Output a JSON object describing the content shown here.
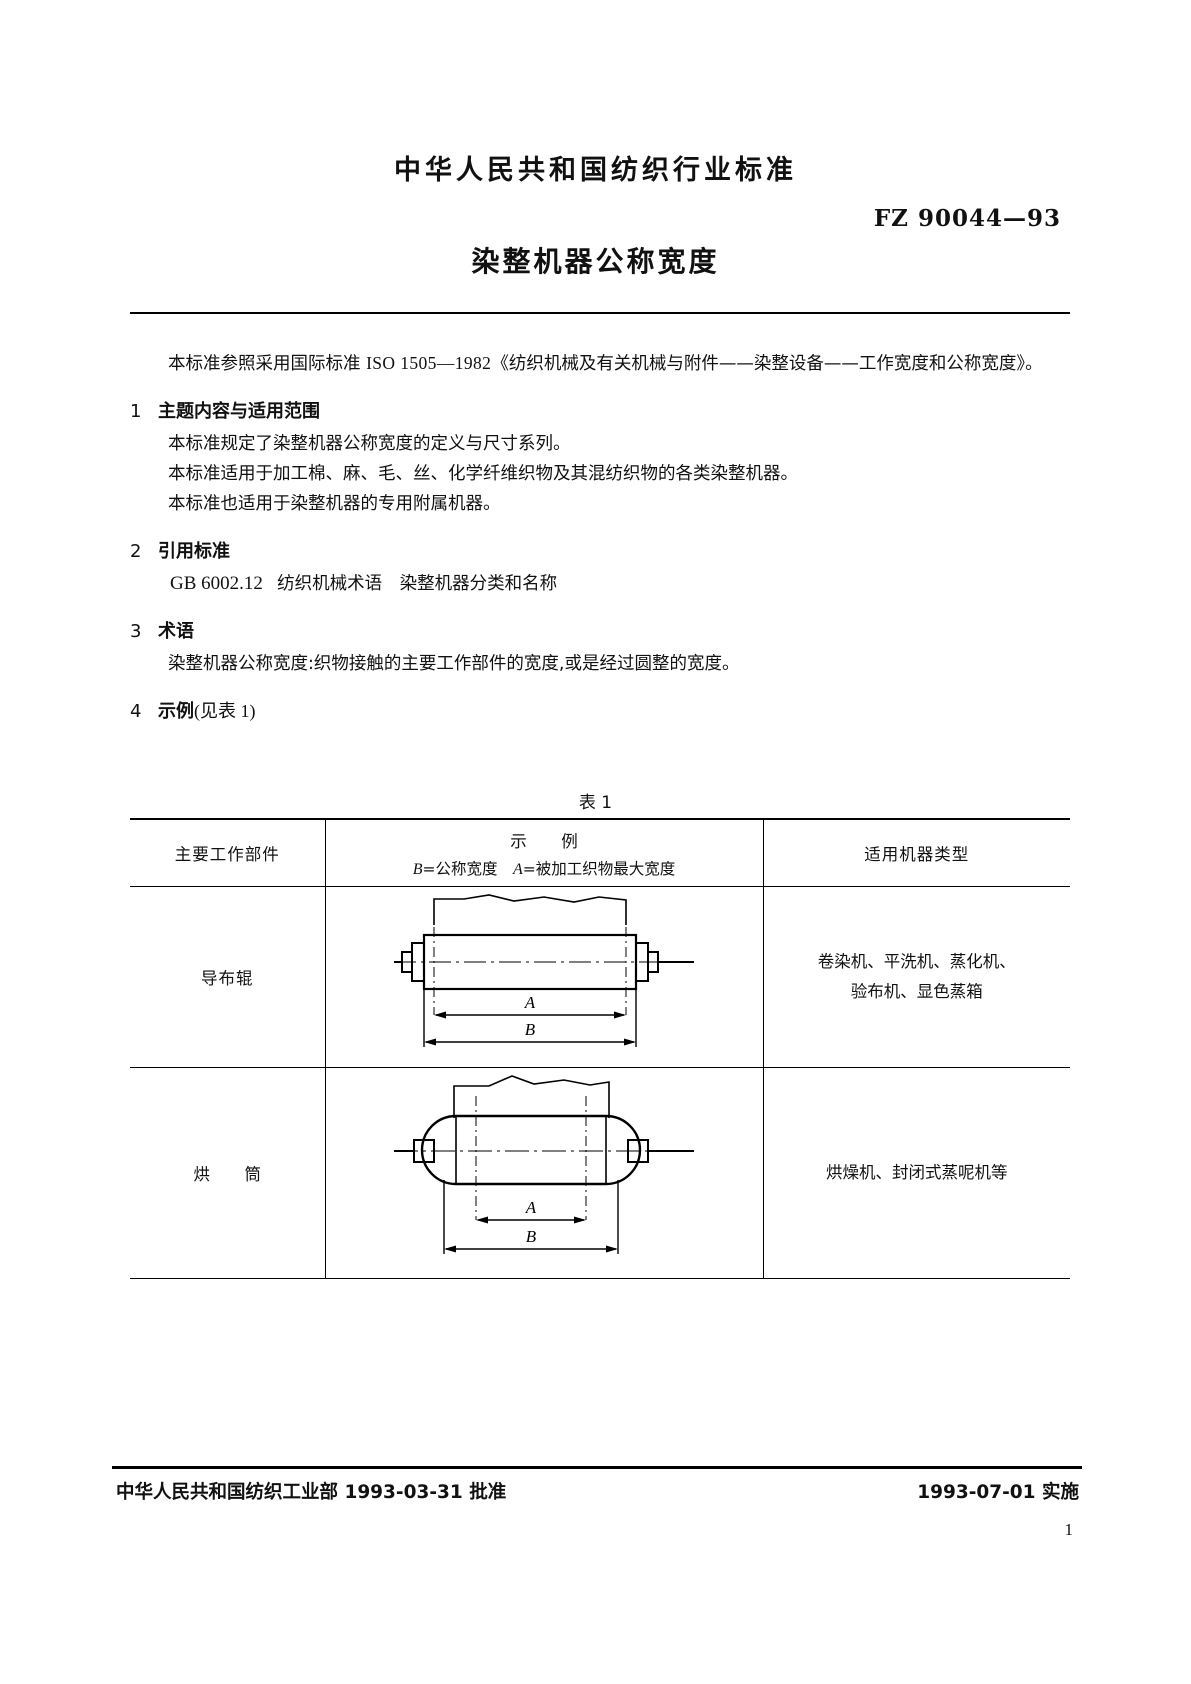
{
  "header": {
    "organization": "中华人民共和国纺织行业标准",
    "standard_code": "FZ 90044—93",
    "title": "染整机器公称宽度"
  },
  "intro": {
    "text_part1": "本标准参照采用国际标准 ",
    "iso_ref": "ISO 1505—1982",
    "text_part2": "《纺织机械及有关机械与附件——染整设备——工作宽度和公称宽度》。"
  },
  "sections": [
    {
      "number": "1",
      "heading": "主题内容与适用范围",
      "lines": [
        "本标准规定了染整机器公称宽度的定义与尺寸系列。",
        "本标准适用于加工棉、麻、毛、丝、化学纤维织物及其混纺织物的各类染整机器。",
        "本标准也适用于染整机器的专用附属机器。"
      ]
    },
    {
      "number": "2",
      "heading": "引用标准",
      "ref_code": "GB 6002.12",
      "ref_text": "纺织机械术语　染整机器分类和名称"
    },
    {
      "number": "3",
      "heading": "术语",
      "lines": [
        "染整机器公称宽度:织物接触的主要工作部件的宽度,或是经过圆整的宽度。"
      ]
    },
    {
      "number": "4",
      "heading": "示例",
      "heading_suffix": "(见表 1)"
    }
  ],
  "table": {
    "caption": "表 1",
    "headers": {
      "col1": "主要工作部件",
      "col2_title": "示　例",
      "col2_legend_b": "B",
      "col2_legend_b_text": "=公称宽度　",
      "col2_legend_a": "A",
      "col2_legend_a_text": "=被加工织物最大宽度",
      "col3": "适用机器类型"
    },
    "rows": [
      {
        "part": "导布辊",
        "diagram": "guide-roller-diagram",
        "dim_a": "A",
        "dim_b": "B",
        "machines": [
          "卷染机、平洗机、蒸化机、",
          "验布机、显色蒸箱"
        ]
      },
      {
        "part": "烘　筒",
        "diagram": "drying-cylinder-diagram",
        "dim_a": "A",
        "dim_b": "B",
        "machines": [
          "烘燥机、封闭式蒸呢机等"
        ]
      }
    ]
  },
  "footer": {
    "left": "中华人民共和国纺织工业部 1993-03-31 批准",
    "right": "1993-07-01 实施",
    "page_number": "1"
  }
}
